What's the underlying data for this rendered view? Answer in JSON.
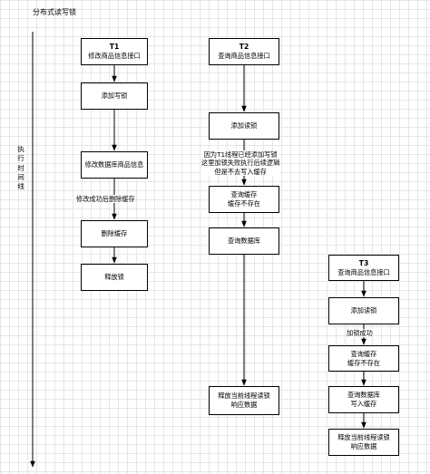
{
  "title": "分布式读写锁",
  "time_axis_label": "执行时间线",
  "t1": {
    "header": "T1",
    "interface": "修改商品信息接口",
    "add_write_lock": "添加写锁",
    "update_db": "修改数据库商品信息",
    "after_update": "修改成功后删除缓存",
    "delete_cache": "删除缓存",
    "release": "释放锁"
  },
  "t2": {
    "header": "T2",
    "interface": "查询商品信息接口",
    "add_read_lock": "添加读锁",
    "note_line1": "因为T1线程已经添加写锁",
    "note_line2": "这里加锁失败执行后续逻辑",
    "note_line3": "但是不去写入缓存",
    "query_cache_line1": "查询缓存",
    "query_cache_line2": "缓存不存在",
    "query_db": "查询数据库",
    "release_line1": "释放当前线程读锁",
    "release_line2": "响应数据"
  },
  "t3": {
    "header": "T3",
    "interface": "查询商品信息接口",
    "add_read_lock": "添加读锁",
    "lock_success": "加锁成功",
    "query_cache_line1": "查询缓存",
    "query_cache_line2": "缓存不存在",
    "query_db_line1": "查询数据库",
    "query_db_line2": "写入缓存",
    "release_line1": "释放当前线程读锁",
    "release_line2": "响应数据"
  }
}
